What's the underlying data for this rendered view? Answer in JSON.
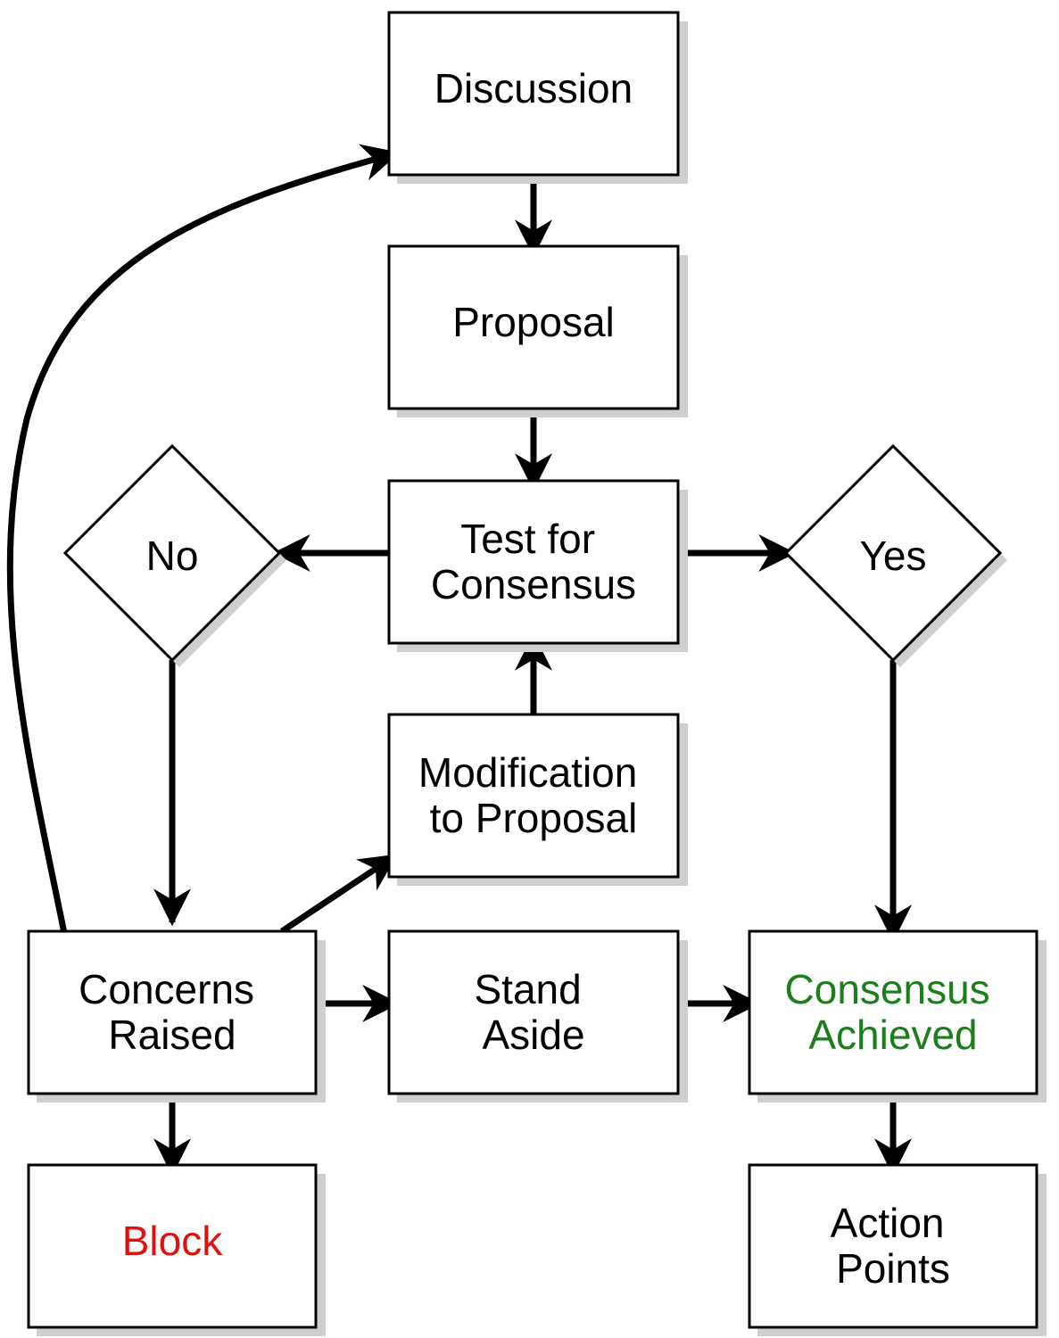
{
  "nodes": {
    "discussion": {
      "lines": [
        "Discussion"
      ]
    },
    "proposal": {
      "lines": [
        "Proposal"
      ]
    },
    "test": {
      "lines": [
        "Test for",
        "Consensus"
      ]
    },
    "no": {
      "lines": [
        "No"
      ]
    },
    "yes": {
      "lines": [
        "Yes"
      ]
    },
    "modification": {
      "lines": [
        "Modification",
        "to Proposal"
      ]
    },
    "concerns": {
      "lines": [
        "Concerns",
        "Raised"
      ]
    },
    "stand": {
      "lines": [
        "Stand",
        "Aside"
      ]
    },
    "achieved": {
      "lines": [
        "Consensus",
        "Achieved"
      ]
    },
    "block": {
      "lines": [
        "Block"
      ]
    },
    "action": {
      "lines": [
        "Action",
        "Points"
      ]
    }
  },
  "colors": {
    "stroke": "#000000",
    "fill": "#ffffff",
    "shadow": "#cfcfcf",
    "text": "#000000",
    "achieved_text": "#1a7f1a",
    "block_text": "#e01010"
  },
  "edges": [
    {
      "from": "discussion",
      "to": "proposal"
    },
    {
      "from": "proposal",
      "to": "test"
    },
    {
      "from": "test",
      "to": "no"
    },
    {
      "from": "test",
      "to": "yes"
    },
    {
      "from": "modification",
      "to": "test"
    },
    {
      "from": "no",
      "to": "concerns"
    },
    {
      "from": "yes",
      "to": "achieved"
    },
    {
      "from": "concerns",
      "to": "modification"
    },
    {
      "from": "concerns",
      "to": "stand"
    },
    {
      "from": "stand",
      "to": "achieved"
    },
    {
      "from": "concerns",
      "to": "block"
    },
    {
      "from": "achieved",
      "to": "action"
    },
    {
      "from": "concerns",
      "to": "discussion"
    }
  ]
}
